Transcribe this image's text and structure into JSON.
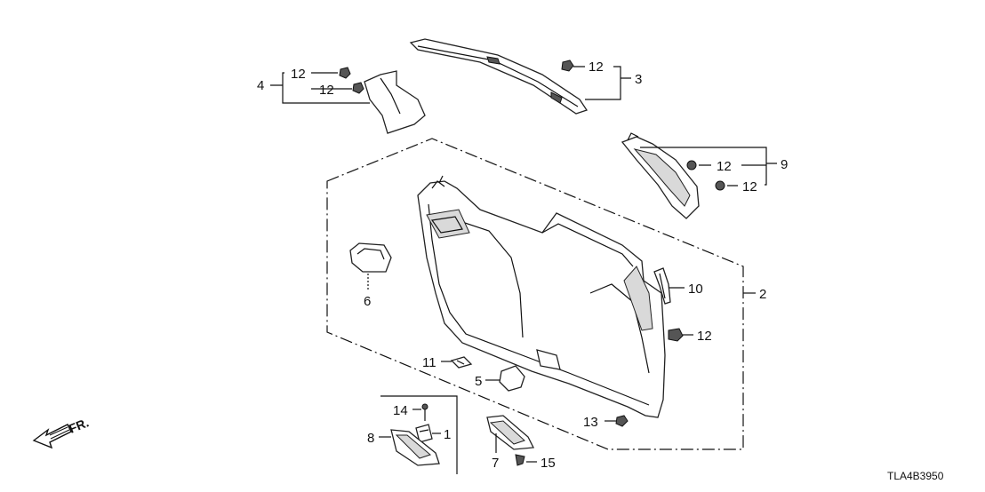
{
  "callouts": {
    "p1": "1",
    "p2": "2",
    "p3": "3",
    "p4": "4",
    "p5": "5",
    "p6": "6",
    "p7": "7",
    "p8": "8",
    "p9": "9",
    "p10": "10",
    "p11": "11",
    "p12": "12",
    "p13": "13",
    "p14": "14",
    "p15": "15"
  },
  "direction_label": "FR.",
  "diagram_code": "TLA4B3950"
}
